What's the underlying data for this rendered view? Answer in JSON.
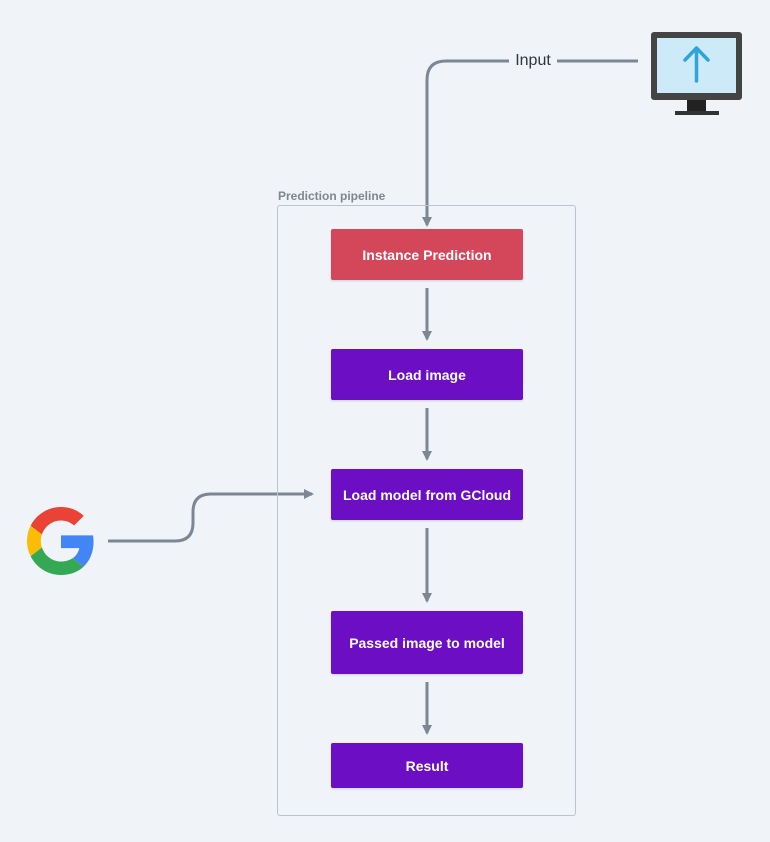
{
  "group": {
    "label": "Prediction pipeline"
  },
  "edges": {
    "input_label": "Input"
  },
  "nodes": {
    "instance_prediction": "Instance Prediction",
    "load_image": "Load image",
    "load_model": "Load model from GCloud",
    "passed_image": "Passed image to model",
    "result": "Result"
  },
  "icons": {
    "monitor": "monitor-upload-icon",
    "google": "google-logo-icon"
  },
  "colors": {
    "background": "#f0f3f7",
    "start_node": "#d4475a",
    "step_node": "#6c0fc4",
    "connector": "#7b8794",
    "group_border": "#b8c4d2",
    "monitor_frame": "#444444",
    "monitor_screen": "#cdeaf8",
    "upload_arrow": "#2fa3dc"
  }
}
